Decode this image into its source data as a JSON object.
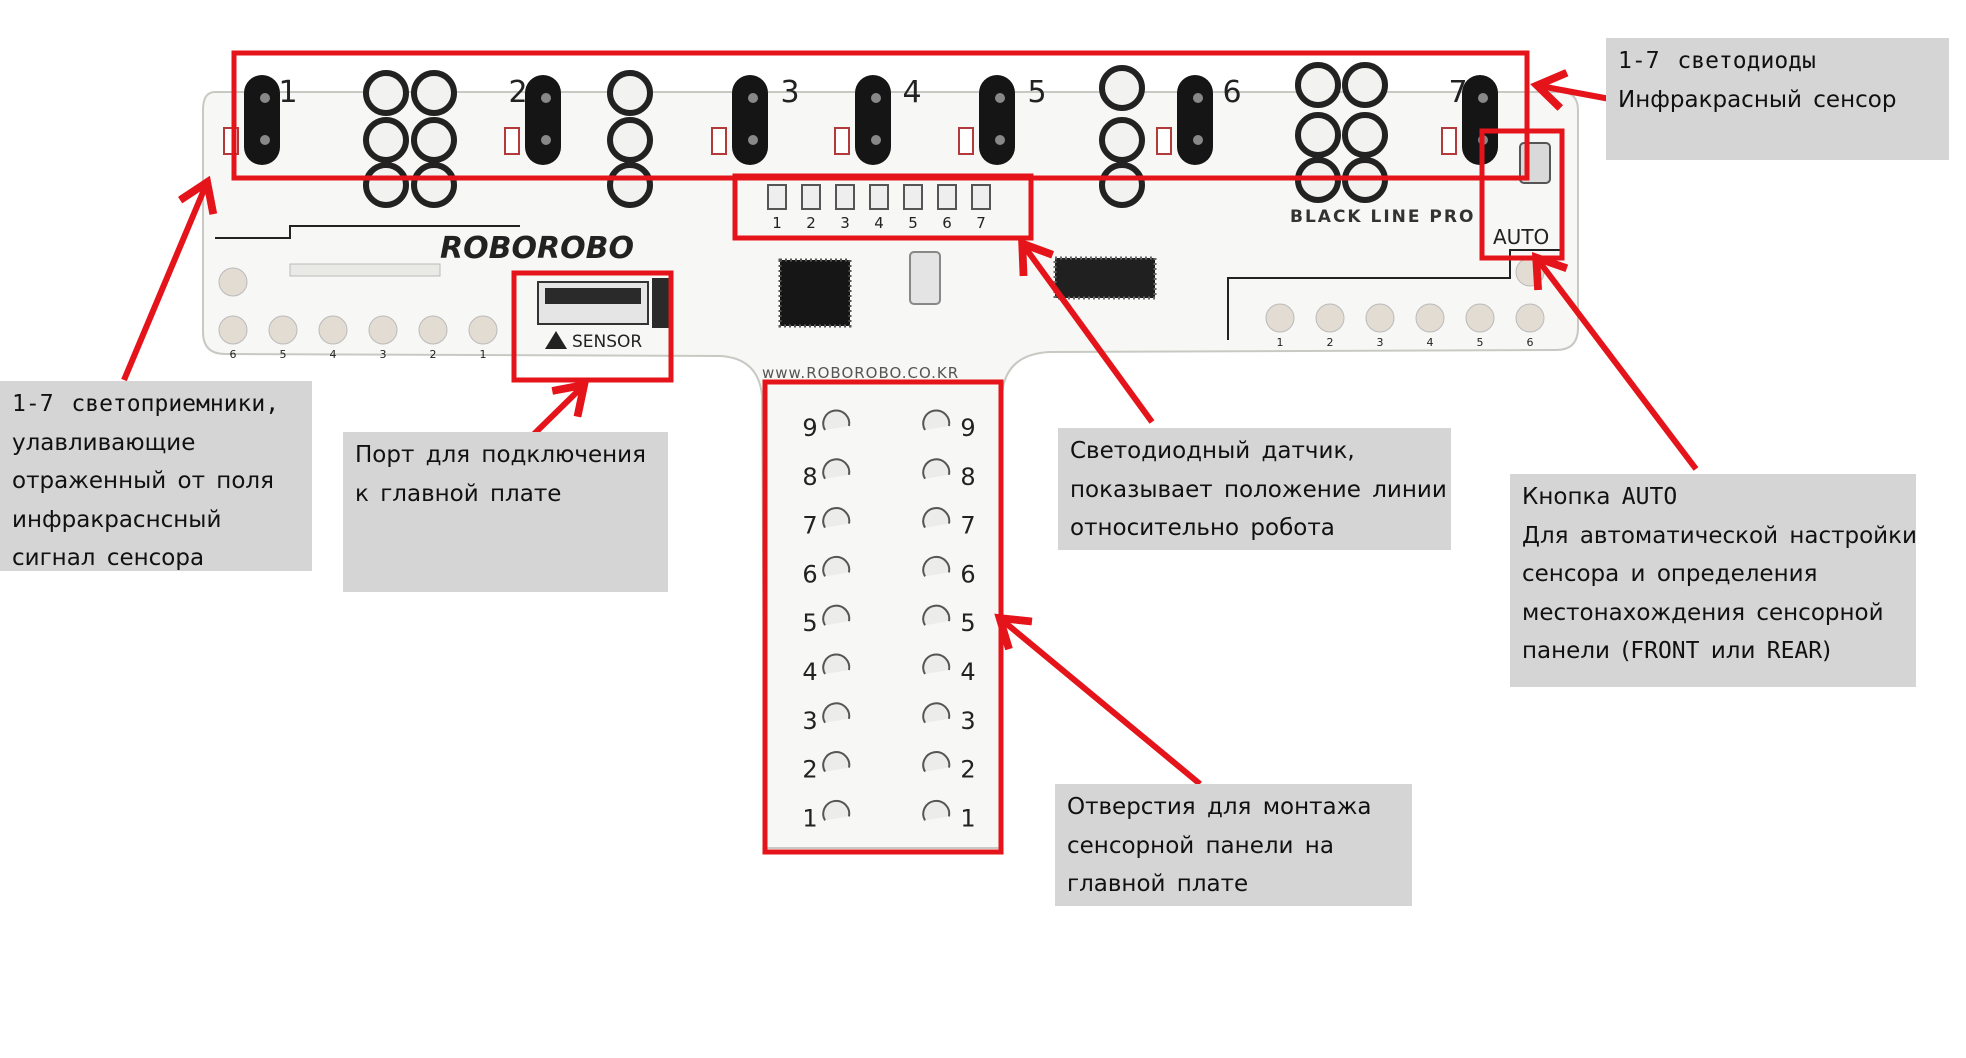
{
  "colors": {
    "annotation_red": "#e5141b",
    "callout_bg": "#d5d5d5",
    "board_white": "#f7f7f5",
    "board_outline": "#c9c9c4",
    "sensor_black": "#151515",
    "smd_red": "#b33a3a"
  },
  "board": {
    "logo": "ROBOROBO",
    "brand_text": "BLACK LINE PRO",
    "website": "www.ROBOROBO.CO.KR",
    "sensor_label": "SENSOR",
    "auto_label": "AUTO",
    "sensor_numbers": [
      "1",
      "2",
      "3",
      "4",
      "5",
      "6",
      "7"
    ],
    "led_numbers": [
      "1",
      "2",
      "3",
      "4",
      "5",
      "6",
      "7"
    ],
    "left_pads": [
      "6",
      "5",
      "4",
      "3",
      "2",
      "1"
    ],
    "right_pads": [
      "1",
      "2",
      "3",
      "4",
      "5",
      "6"
    ],
    "mount_left": [
      "9",
      "8",
      "7",
      "6",
      "5",
      "4",
      "3",
      "2",
      "1"
    ],
    "mount_right": [
      "9",
      "8",
      "7",
      "6",
      "5",
      "4",
      "3",
      "2",
      "1"
    ]
  },
  "callouts": {
    "ir_leds": {
      "lines": [
        "1-7 светодиоды",
        "Инфракрасный сенсор"
      ]
    },
    "receivers": {
      "lines": [
        "1-7 светоприемники,",
        "улавливающие",
        "отраженный от поля",
        "инфракраснсный",
        "сигнал сенсора"
      ]
    },
    "port": {
      "lines": [
        "Порт для подключения",
        "к главной плате"
      ]
    },
    "led_sensor": {
      "lines": [
        "Светодиодный датчик,",
        "показывает положение линии",
        "относительно робота"
      ]
    },
    "auto_button": {
      "line1": "Кнопка ",
      "line1_code": "AUTO",
      "line2": "Для автоматической настройки",
      "line3": "сенсора и определения",
      "line4": "местонахождения сенсорной",
      "line5_pre": "панели (",
      "line5_front": "FRONT",
      "line5_mid": " или ",
      "line5_rear": "REAR",
      "line5_post": ")"
    },
    "mount_holes": {
      "lines": [
        "Отверстия для монтажа",
        "сенсорной панели на",
        "главной плате"
      ]
    }
  }
}
